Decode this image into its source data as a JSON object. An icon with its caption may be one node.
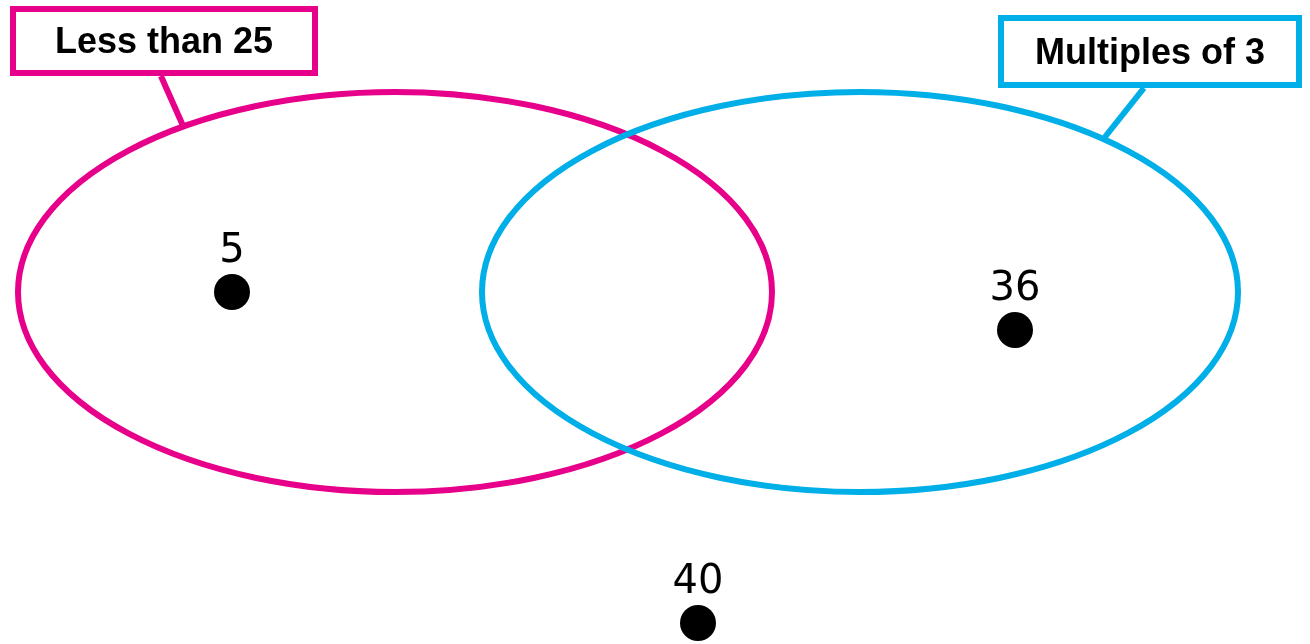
{
  "diagram": {
    "nodes": [
      {
        "text": [
          "Less than 25"
        ]
      },
      {
        "text": [],
        "shape": "ellipse"
      },
      {
        "text": [],
        "shape": "circle",
        "beside": [
          "5"
        ],
        "in": 1
      },
      {
        "text": [
          "Multiples of 3"
        ]
      },
      {
        "text": [],
        "shape": "ellipse"
      },
      {
        "text": [],
        "shape": "circle",
        "beside": [
          "36"
        ],
        "in": 4
      },
      {
        "text": [],
        "shape": "circle",
        "beside": [
          "40"
        ]
      }
    ],
    "edges": [
      {
        "from": 0,
        "to": 1,
        "arrow": "none",
        "color": "#e6008a"
      },
      {
        "from": 3,
        "to": 4,
        "arrow": "none",
        "color": "#00aee8"
      }
    ]
  }
}
